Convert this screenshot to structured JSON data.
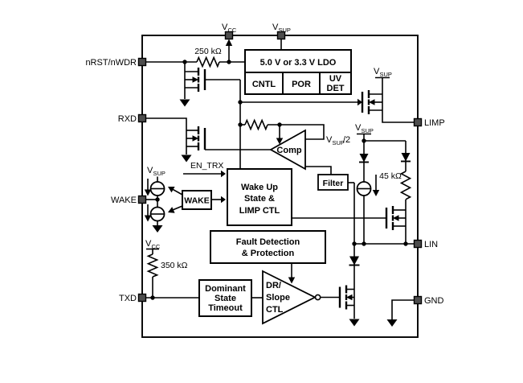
{
  "pins": {
    "left": [
      "nRST/nWDR",
      "RXD",
      "WAKE",
      "TXD"
    ],
    "right": [
      "LIMP",
      "LIN",
      "GND"
    ]
  },
  "supply": {
    "v": "V",
    "cc": "CC",
    "sup": "SUP",
    "half": "/2"
  },
  "resistors": {
    "r250": "250 kΩ",
    "r350": "350 kΩ",
    "r45": "45 kΩ"
  },
  "signals": {
    "en_trx": "EN_TRX"
  },
  "blocks": {
    "ldo": {
      "title": "5.0 V or 3.3 V LDO",
      "cntl": "CNTL",
      "por": "POR",
      "uv": "UV",
      "det": "DET"
    },
    "wakeup": {
      "lines": [
        "Wake Up",
        "State &",
        "LIMP CTL"
      ]
    },
    "wake": {
      "label": "WAKE"
    },
    "comp": {
      "label": "Comp"
    },
    "filter": {
      "label": "Filter"
    },
    "fault": {
      "lines": [
        "Fault Detection",
        "& Protection"
      ]
    },
    "dominant": {
      "lines": [
        "Dominant",
        "State",
        "Timeout"
      ]
    },
    "drslope": {
      "lines": [
        "DR/",
        "Slope",
        "CTL"
      ]
    }
  },
  "colors": {
    "block_fill": "#a8a8a8",
    "pin_fill": "#4d4d4d"
  }
}
